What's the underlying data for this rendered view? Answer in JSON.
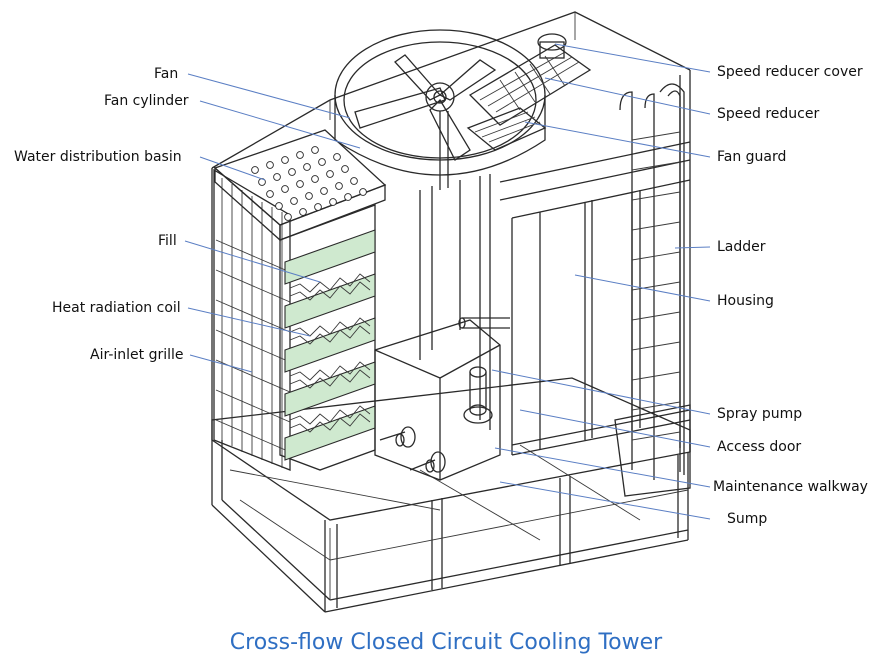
{
  "title": "Cross-flow Closed Circuit Cooling Tower",
  "colors": {
    "leader": "#5b7fc4",
    "caption": "#2f6fc3",
    "fill_media": "#cfe9cf",
    "line": "#2a2a2a"
  },
  "labels": {
    "fan": "Fan",
    "fan_cylinder": "Fan cylinder",
    "water_distribution_basin": "Water distribution basin",
    "fill": "Fill",
    "heat_radiation_coil": "Heat radiation coil",
    "air_inlet_grille": "Air-inlet grille",
    "speed_reducer_cover": "Speed reducer cover",
    "speed_reducer": "Speed reducer",
    "fan_guard": "Fan guard",
    "ladder": "Ladder",
    "housing": "Housing",
    "spray_pump": "Spray pump",
    "access_door": "Access door",
    "maintenance_walkway": "Maintenance walkway",
    "sump": "Sump"
  }
}
